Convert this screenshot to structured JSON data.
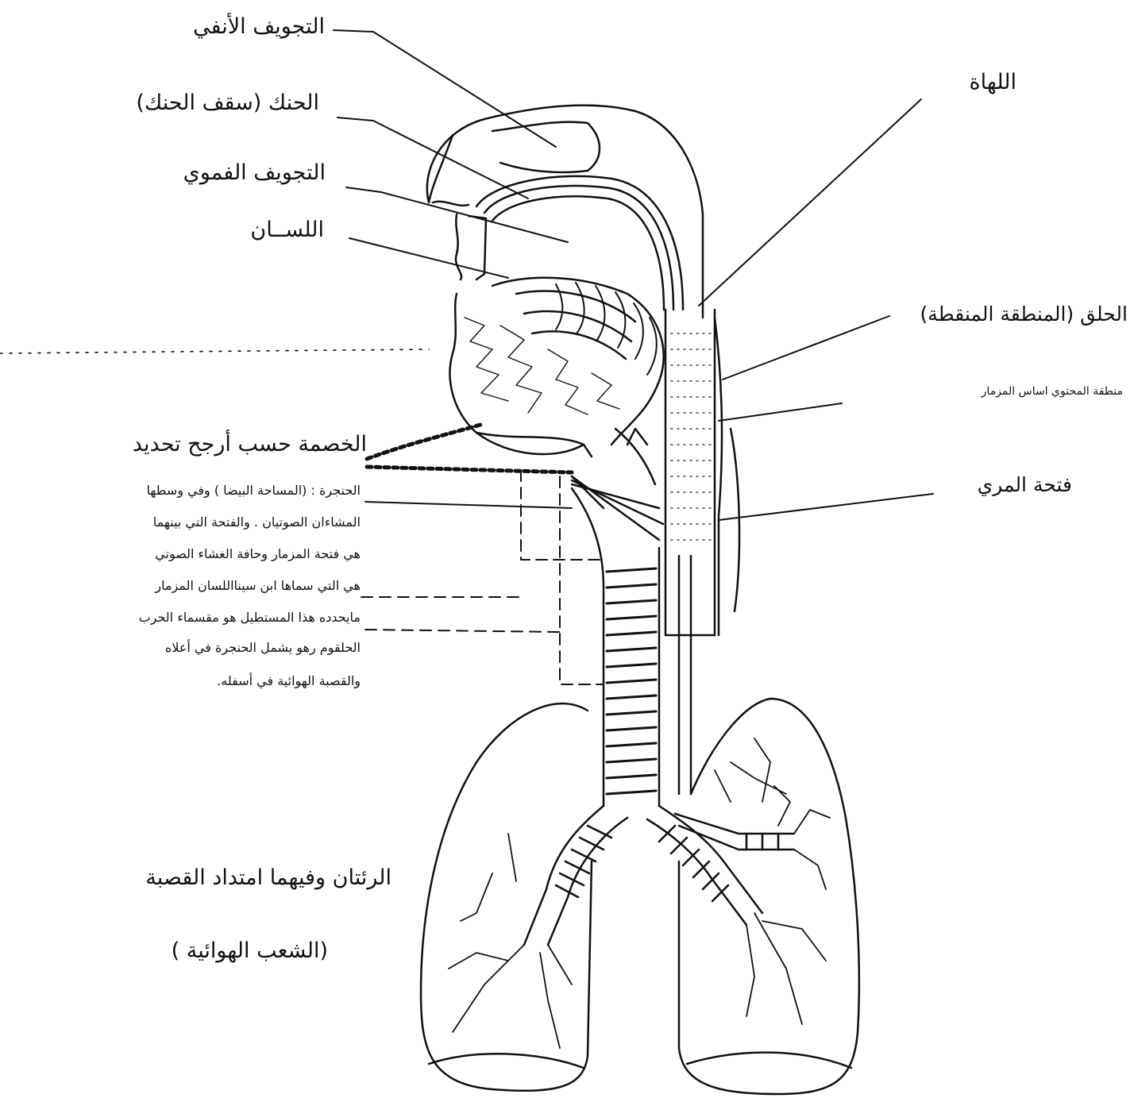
{
  "labels": {
    "nasal_cavity": "التجويف الأنفي",
    "palate": "الحنك (سقف الحنك)",
    "oral_cavity": "التجويف الفموي",
    "tongue": "اللســان",
    "uvula": "اللهاة",
    "pharynx": "الحلق (المنطقة المنقطة)",
    "epiglottis": "منطقة المحتوي اساس المزمار",
    "esophagus_opening": "فتحة المري",
    "waist_boundary": "الخصمة حسب أرجح تحديد"
  },
  "larynx_note": [
    "الحنجرة : (المساحة البيضا ) وفي وسطها",
    "المشاءان الصوتيان . والفتحة التي بينهما",
    "هي فتحة المزمار وحافة الغشاء الصوتي",
    "هي التي سماها ابن سينااللسان المزمار",
    "مايحدده هذا المستطيل هو مقسماء الحرب",
    "الحلقوم رهو يشمل الحنجرة في أعلاه",
    "والقصبة الهوائية في أسفله."
  ],
  "caption": {
    "line1": "الرئتان وفيهما امتداد القصبة",
    "line2": "(الشعب الهوائية )"
  },
  "colors": {
    "ink": "#111111",
    "background": "#ffffff"
  }
}
